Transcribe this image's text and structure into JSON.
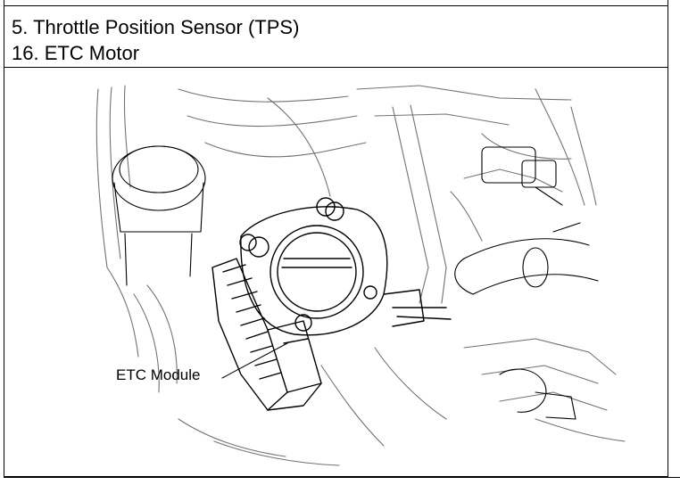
{
  "header": {
    "lines": [
      "5. Throttle Position Sensor (TPS)",
      "16. ETC Motor"
    ]
  },
  "diagram": {
    "callout_label": "ETC Module",
    "line_color": "#000000"
  }
}
